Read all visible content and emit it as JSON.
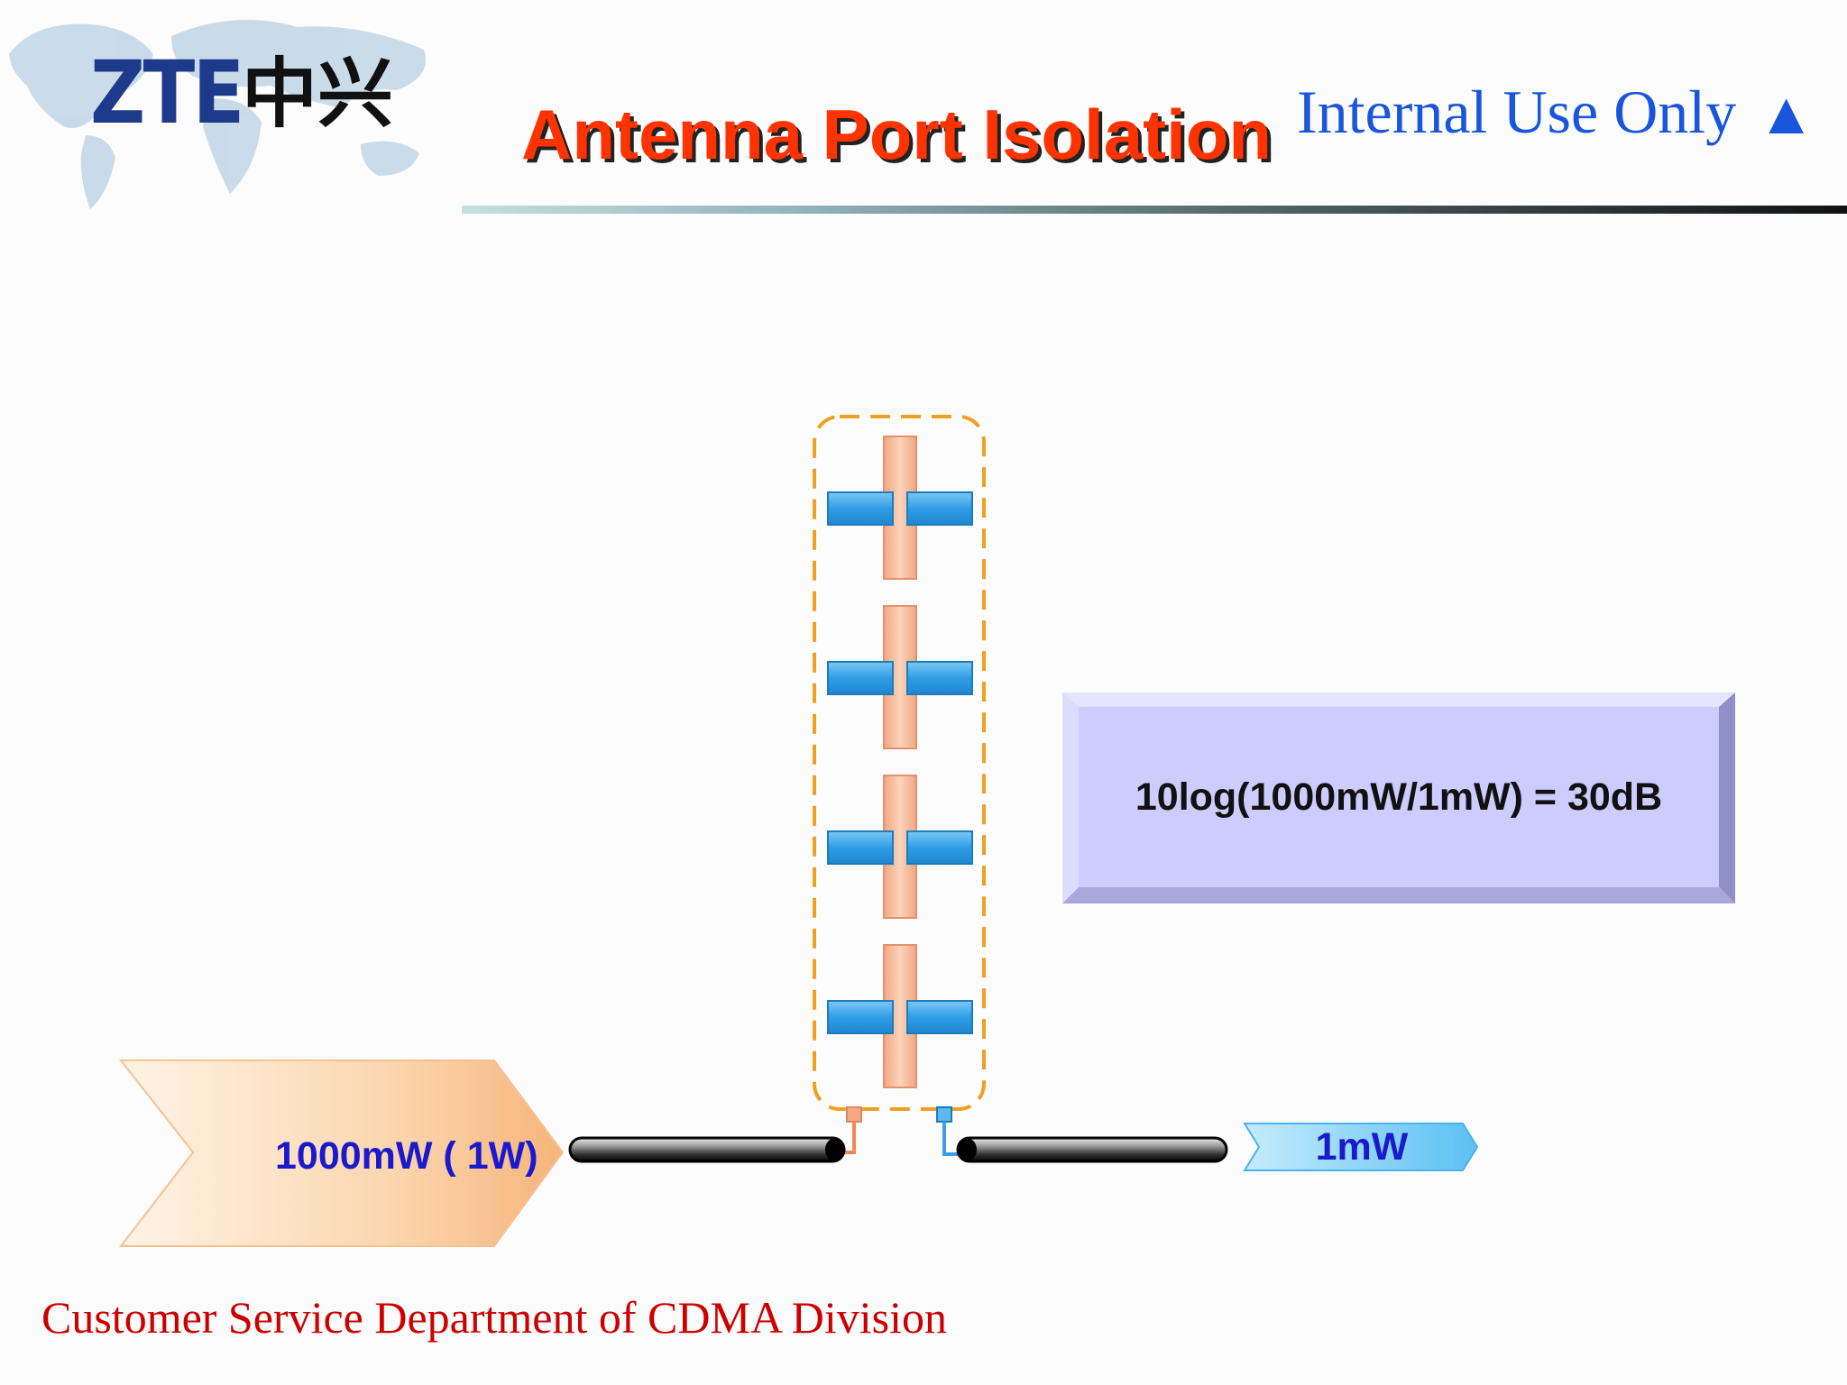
{
  "header": {
    "logo_text": "ZTE",
    "logo_cn": "中兴",
    "title": "Antenna Port Isolation",
    "classification": "Internal Use Only",
    "classification_icon": "triangle-up-icon"
  },
  "diagram": {
    "formula": "10log(1000mW/1mW) = 30dB",
    "input_power": "1000mW ( 1W)",
    "output_power": "1mW",
    "colors": {
      "title": "#ff3300",
      "power_text": "#1a1acc",
      "dipole_blue": "#3aa7e8",
      "dipole_orange": "#f5a882",
      "enclosure_dash": "#f0a020",
      "formula_box": "#ccccff"
    }
  },
  "footer": {
    "text": "Customer Service Department of CDMA Division"
  }
}
